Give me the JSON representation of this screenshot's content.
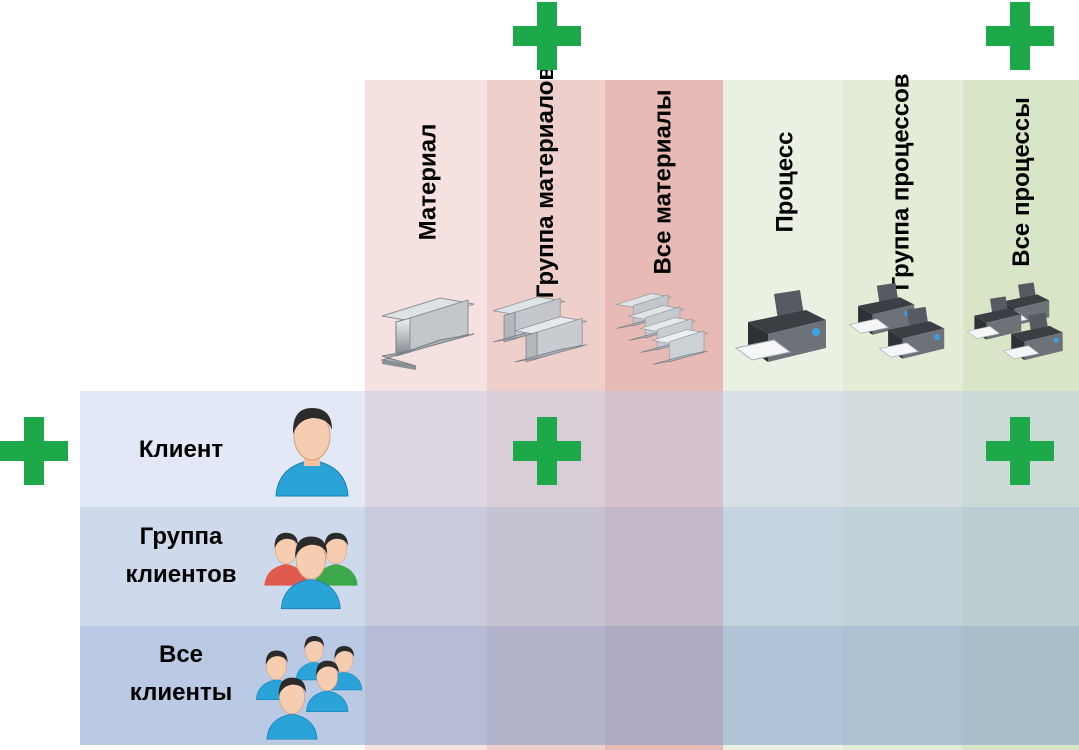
{
  "columns": [
    {
      "label": "Материал",
      "icon": "steel-beam-icon",
      "color": "#f5e1df"
    },
    {
      "label": "Группа\nматериалов",
      "icon": "steel-beams-group-icon",
      "color": "#efcfcb"
    },
    {
      "label": "Все\nматериалы",
      "icon": "steel-beams-all-icon",
      "color": "#e7bab6"
    },
    {
      "label": "Процесс",
      "icon": "printer-icon",
      "color": "#eaf1e2"
    },
    {
      "label": "Группа\nпроцессов",
      "icon": "printers-group-icon",
      "color": "#e3ecd7"
    },
    {
      "label": "Все\nпроцессы",
      "icon": "printers-all-icon",
      "color": "#d8e5c6"
    }
  ],
  "rows": [
    {
      "label": "Клиент",
      "icon": "client-icon",
      "color": "#dfe6f2"
    },
    {
      "label": "Группа\nклиентов",
      "icon": "client-group-icon",
      "color": "#cbd7e8"
    },
    {
      "label": "Все\nклиенты",
      "icon": "all-clients-icon",
      "color": "#b8c9e1"
    }
  ],
  "accent_color": "#1da84a",
  "plus_markers": [
    "plus-icon-above-material-group",
    "plus-icon-above-all-processes",
    "plus-icon-left-of-client",
    "plus-icon-client-material-group",
    "plus-icon-client-all-processes"
  ]
}
